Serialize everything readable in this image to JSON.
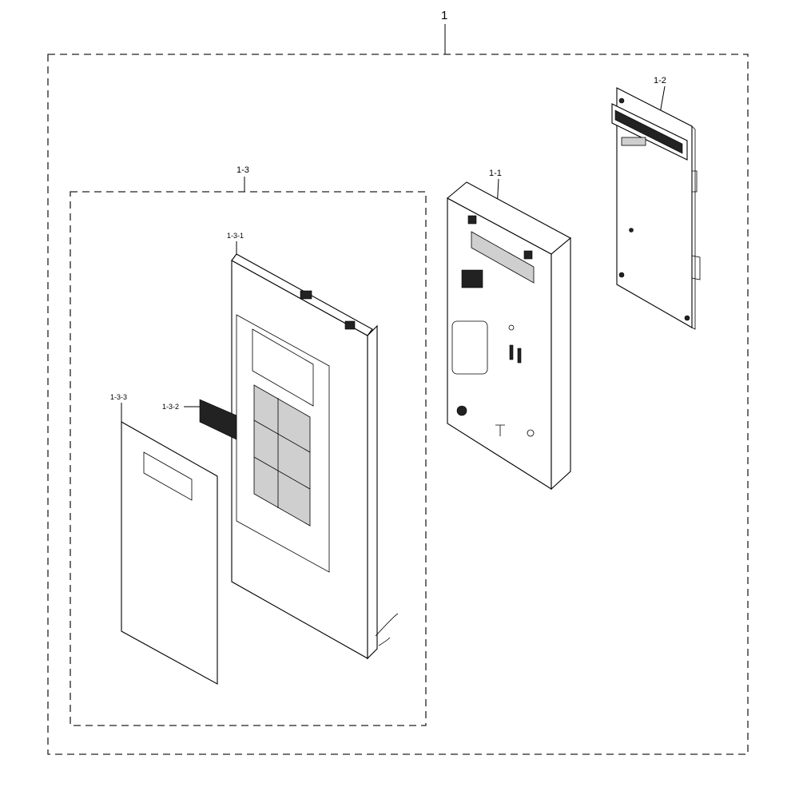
{
  "callouts": {
    "assembly": "1",
    "sub_1_1": "1-1",
    "sub_1_2": "1-2",
    "sub_1_3": "1-3",
    "sub_1_3_1": "1-3-1",
    "sub_1_3_2": "1-3-2",
    "sub_1_3_3": "1-3-3"
  }
}
